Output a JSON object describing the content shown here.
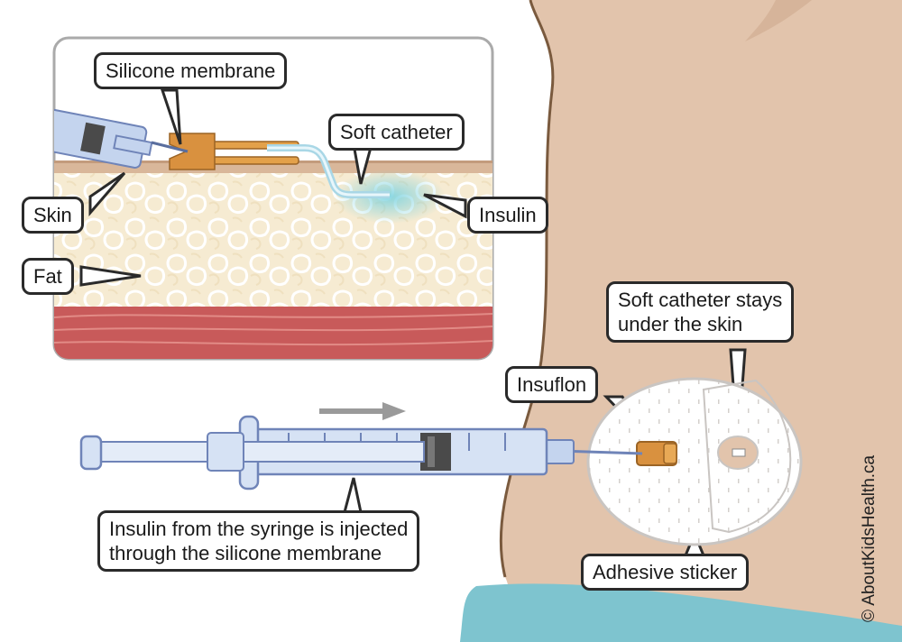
{
  "labels": {
    "silicone_membrane": "Silicone membrane",
    "soft_catheter": "Soft catheter",
    "skin": "Skin",
    "insulin": "Insulin",
    "fat": "Fat",
    "catheter_stays": "Soft catheter stays\nunder the skin",
    "insuflon": "Insuflon",
    "syringe_note": "Insulin from the syringe is injected\nthrough the silicone membrane",
    "adhesive_sticker": "Adhesive sticker"
  },
  "copyright": "© AboutKidsHealth.ca",
  "colors": {
    "body_skin": "#e2c4ac",
    "body_outline": "#7a5a3e",
    "fat": "#f6ebd2",
    "muscle": "#c85a5a",
    "skin_layer": "#d9b79a",
    "insuflon_orange": "#d9913f",
    "syringe_blue": "#b6c8e6",
    "shirt": "#7ec4cf",
    "insulin_glow": "#7fd3df"
  }
}
